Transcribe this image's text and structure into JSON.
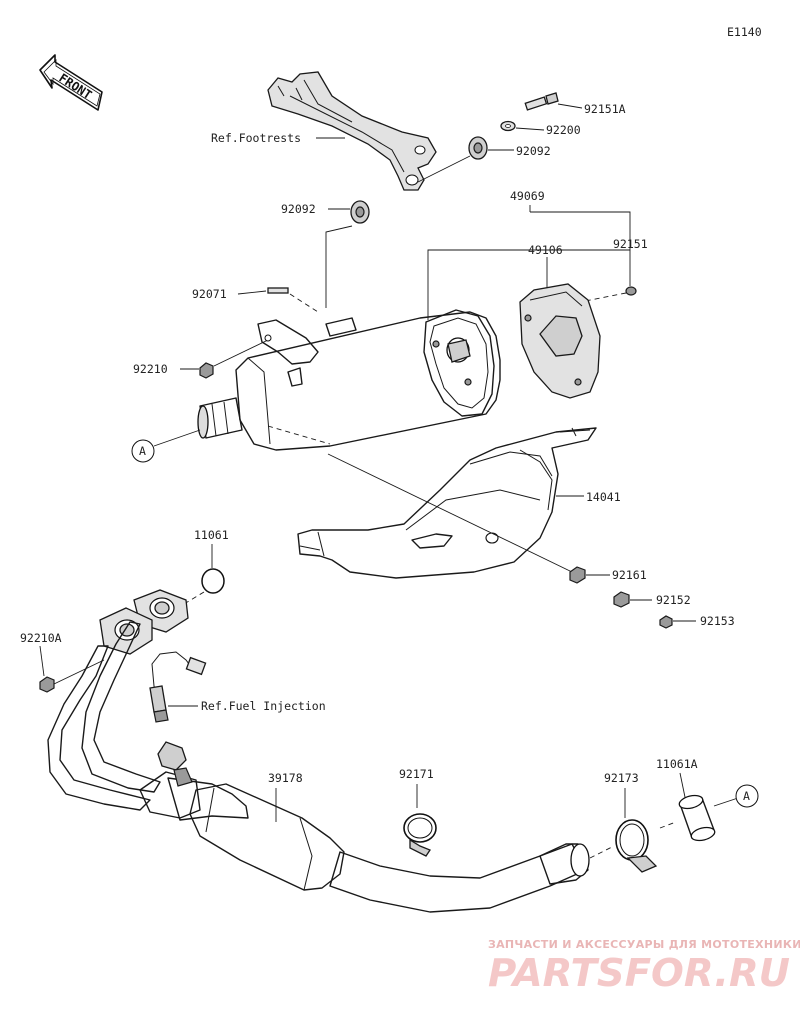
{
  "diagram_code": "E1140",
  "front_label": "FRONT",
  "refs": {
    "footrests": "Ref.Footrests",
    "fuel_injection": "Ref.Fuel Injection"
  },
  "marker": "A",
  "parts": {
    "p92151a": "92151A",
    "p92200": "92200",
    "p92092_top": "92092",
    "p92092_left": "92092",
    "p49069": "49069",
    "p49106": "49106",
    "p92151": "92151",
    "p92071": "92071",
    "p92210": "92210",
    "p14041": "14041",
    "p11061": "11061",
    "p92161": "92161",
    "p92152": "92152",
    "p92153": "92153",
    "p92210a": "92210A",
    "p39178": "39178",
    "p92171": "92171",
    "p92173": "92173",
    "p11061a": "11061A"
  },
  "watermark": {
    "tagline": "ЗАПЧАСТИ И АКСЕССУАРЫ ДЛЯ МОТОТЕХНИКИ",
    "brand": "PARTSFOR.RU"
  }
}
